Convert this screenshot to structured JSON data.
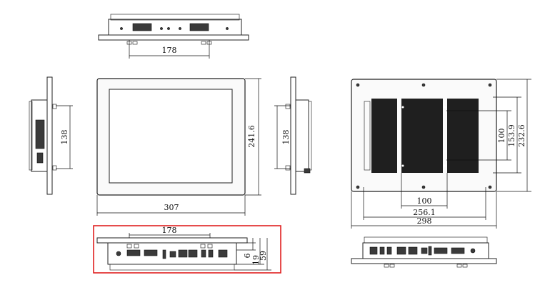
{
  "dimensions": {
    "top_view_width": "178",
    "left_side_height": "138",
    "front_height": "241.6",
    "front_width": "307",
    "right_side_height": "138",
    "rear_inner_height": "100",
    "rear_mid_height": "153.9",
    "rear_outer_height": "232.6",
    "rear_inner_width": "100",
    "rear_mid_width": "256.1",
    "rear_outer_width": "298",
    "bottom_width": "178",
    "bottom_depth_small": "6",
    "bottom_depth_mid": "19",
    "bottom_depth_large": "59"
  },
  "highlight_color": "#e02020",
  "drawing_color": "#222222"
}
